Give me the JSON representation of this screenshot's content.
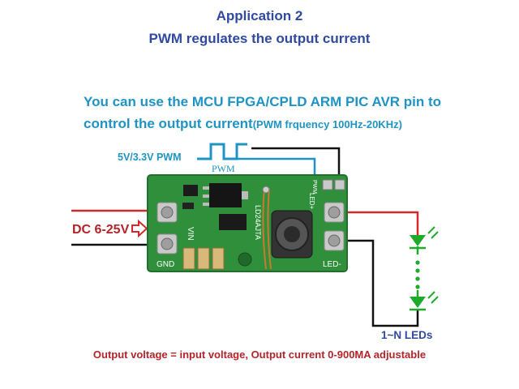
{
  "header": {
    "title": "Application 2",
    "subtitle": "PWM regulates the output current"
  },
  "description": {
    "line1": "You can use the MCU FPGA/CPLD ARM PIC AVR  pin to",
    "line2": "control the output current",
    "line2_note": "(PWM frquency 100Hz-20KHz)"
  },
  "pwm": {
    "label": "5V/3.3V PWM",
    "wave_label": "PWM"
  },
  "input": {
    "label": "DC 6-25V"
  },
  "board": {
    "model": "LD24AJTA",
    "vin": "VIN",
    "gnd": "GND",
    "pwm_pin": "PWM",
    "led_plus": "LED+",
    "led_minus": "LED-"
  },
  "leds": {
    "label": "1~N LEDs"
  },
  "footer": {
    "note": "Output voltage = input voltage, Output current 0-900MA adjustable"
  },
  "colors": {
    "title": "#2f4aa0",
    "accent": "#1f93c4",
    "wire_red": "#d22a2a",
    "wire_black": "#111111",
    "pcb": "#2f8f3a",
    "led": "#1faa2a"
  }
}
